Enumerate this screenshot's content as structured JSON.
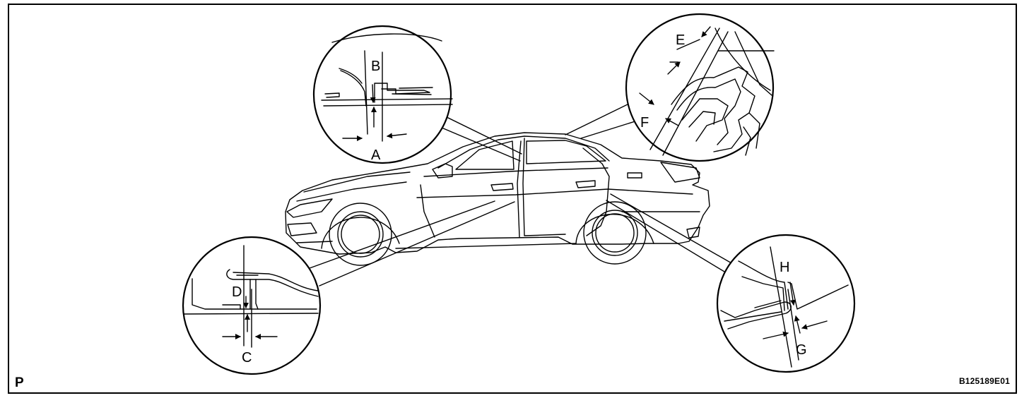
{
  "panel_letter": "P",
  "figure_code": "B125189E01",
  "labels": {
    "a": "A",
    "b": "B",
    "c": "C",
    "d": "D",
    "e": "E",
    "f": "F",
    "g": "G",
    "h": "H"
  }
}
